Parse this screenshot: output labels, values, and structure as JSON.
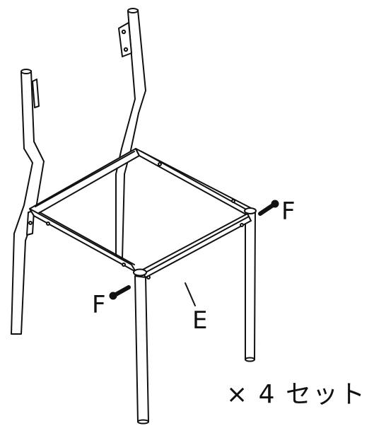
{
  "labels": {
    "bolt_right": "F",
    "bolt_left": "F",
    "frame": "E",
    "quantity": "× 4 セット"
  },
  "colors": {
    "line": "#111111",
    "fill": "#ffffff"
  }
}
